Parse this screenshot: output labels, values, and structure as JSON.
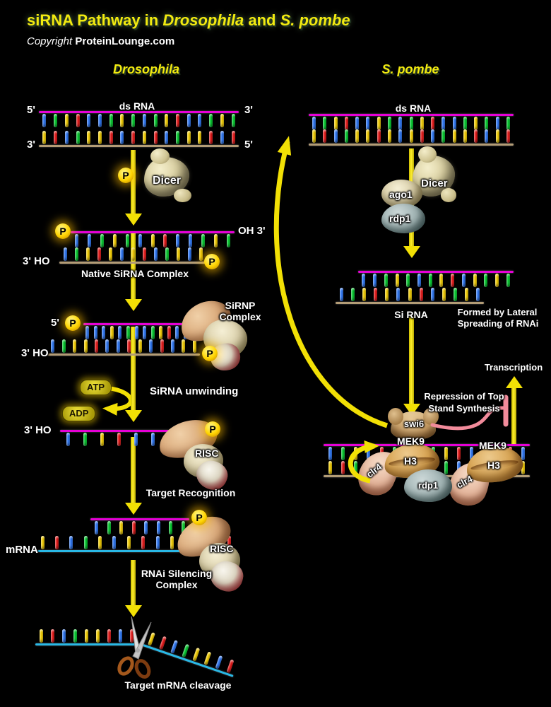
{
  "palette": {
    "background": "#000000",
    "title": "#f2ea10",
    "label": "#ffffff",
    "arrow": "#f2e005",
    "inhibitor": "#f28b9b",
    "phosphate": "#ffd400",
    "bases": {
      "B": "#2e7bff",
      "G": "#00d22e",
      "Y": "#ffd800",
      "R": "#f01818"
    },
    "lines": {
      "magenta": "#e600d6",
      "tan": "#b39c76",
      "cyan": "#29b8e6"
    }
  },
  "header": {
    "title_part1": "siRNA Pathway in ",
    "title_part2": "Drosophila",
    "title_part3": " and ",
    "title_part4": "S. pombe",
    "copyright_word": "Copyright ",
    "copyright_brand": "ProteinLounge.com"
  },
  "columns": {
    "left": "Drosophila",
    "right": "S. pombe"
  },
  "markers": {
    "p": "P"
  },
  "drosophila": {
    "ds_rna_label": "ds RNA",
    "ds_top_left": "5'",
    "ds_top_right": "3'",
    "ds_bot_left": "3'",
    "ds_bot_right": "5'",
    "dicer": "Dicer",
    "native_oh": "OH 3'",
    "native_ho": "3' HO",
    "native_label": "Native SiRNA Complex",
    "sirnp_five": "5'",
    "sirnp_ho": "3' HO",
    "sirnp_line1": "SiRNP",
    "sirnp_line2": "Complex",
    "atp": "ATP",
    "adp": "ADP",
    "unwinding": "SiRNA unwinding",
    "risc_ho": "3' HO",
    "risc": "RISC",
    "target_recognition": "Target Recognition",
    "mrna": "mRNA",
    "risc2": "RISC",
    "silencing_line1": "RNAi Silencing",
    "silencing_line2": "Complex",
    "cleavage": "Target mRNA cleavage"
  },
  "pombe": {
    "ds_rna_label": "ds RNA",
    "dicer": "Dicer",
    "ago1": "ago1",
    "rdp1": "rdp1",
    "si_rna": "Si RNA",
    "lateral_line1": "Formed by Lateral",
    "lateral_line2": "Spreading of RNAi",
    "transcription": "Transcription",
    "repression_line1": "Repression of Top",
    "repression_line2": "Stand Synthesis",
    "swi6": "swi6",
    "mek9_left": "MEK9",
    "mek9_right": "MEK9",
    "h3_left": "H3",
    "h3_right": "H3",
    "clr4_left": "clr4",
    "clr4_right": "clr4",
    "rdp1_bottom": "rdp1"
  },
  "sequences": {
    "dros_ds_top": "BGYRBBGYGBGYRBBGYG",
    "dros_ds_bot": "YRBGYYRBRYRBGYYRBR",
    "native_top": "BBGYGBYRBBGYG",
    "native_bot": "BGYRYBYRBGYBY",
    "sirnp_top": "BBBYBGBBGYRBB",
    "sirnp_bot": "BGYYRBBRYBRBYY",
    "risc_top": "BGYRBBGYG",
    "sirna_guide": "BGYRBBGG",
    "mrna": "YRBGYBYRBYGYBR",
    "cleav_left": "YRBGYYRBR",
    "cleav_right": "YRBGYYBR",
    "pombe_ds_top": "BGYRBBYGBGYRBBGYGBG",
    "pombe_ds_bot": "YRBGYYRYBYRBGYYRBYR",
    "pombe_si_top": "BBGYGBGYRBYGYG",
    "pombe_si_bot": "BGYRYBYRBYGYB",
    "pombe_dna_top": "BGYBRGYBGYRBYGRB",
    "pombe_dna_bot": "YRGBYRBYRGBYRGBY"
  }
}
